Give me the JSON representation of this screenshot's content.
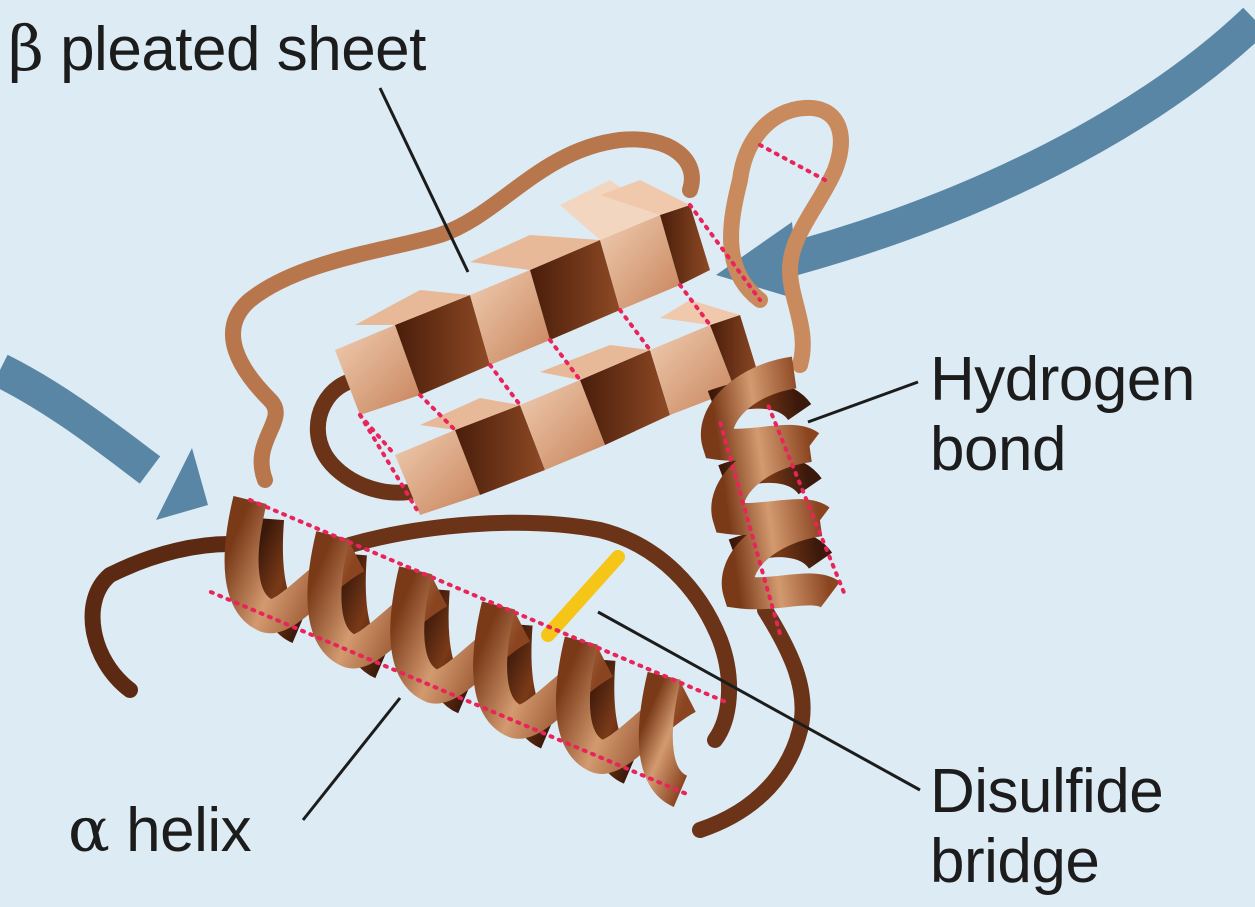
{
  "labels": {
    "beta_symbol": "β",
    "beta_text": "pleated sheet",
    "alpha_symbol": "α",
    "alpha_text": "helix",
    "hbond_line1": "Hydrogen",
    "hbond_line2": "bond",
    "disulfide_line1": "Disulfide",
    "disulfide_line2": "bridge"
  },
  "colors": {
    "background": "#ddebf4",
    "arrow": "#5a86a6",
    "backbone_dark": "#5c2a12",
    "backbone_light": "#c98a5e",
    "hydrogen_bond": "#e8245a",
    "disulfide": "#f5c518",
    "leader_line": "#1c1c1c"
  }
}
